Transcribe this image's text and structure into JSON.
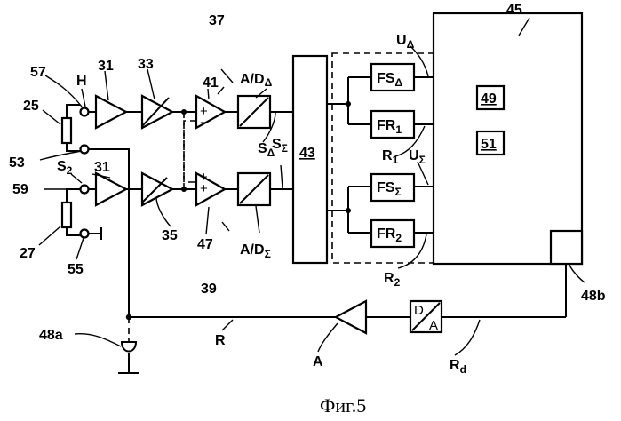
{
  "caption": "Фиг.5",
  "labels": {
    "n37": "37",
    "n45": "45",
    "n57": "57",
    "n31a": "31",
    "n33": "33",
    "n41": "41",
    "ad_delta": "A/D",
    "ad_delta_sub": "Δ",
    "n25": "25",
    "H": "H",
    "n53": "53",
    "S2": "S",
    "S2_sub": "2",
    "n31b": "31",
    "n59": "59",
    "n27": "27",
    "n55": "55",
    "n35": "35",
    "n47": "47",
    "S_delta": "S",
    "S_delta_sub": "Δ",
    "S_sigma": "S",
    "S_sigma_sub": "Σ",
    "n43": "43",
    "ad_sigma": "A/D",
    "ad_sigma_sub": "Σ",
    "n39": "39",
    "U_delta": "U",
    "U_delta_sub": "Δ",
    "FS_delta": "FS",
    "FS_delta_sub": "Δ",
    "FR1": "FR",
    "FR1_sub": "1",
    "R1": "R",
    "R1_sub": "1",
    "U_sigma": "U",
    "U_sigma_sub": "Σ",
    "FS_sigma": "FS",
    "FS_sigma_sub": "Σ",
    "FR2": "FR",
    "FR2_sub": "2",
    "R2": "R",
    "R2_sub": "2",
    "n49": "49",
    "n51": "51",
    "n48b": "48b",
    "n48a": "48a",
    "R": "R",
    "A": "A",
    "Rd": "R",
    "Rd_sub": "d",
    "da_D": "D",
    "da_A": "A"
  }
}
